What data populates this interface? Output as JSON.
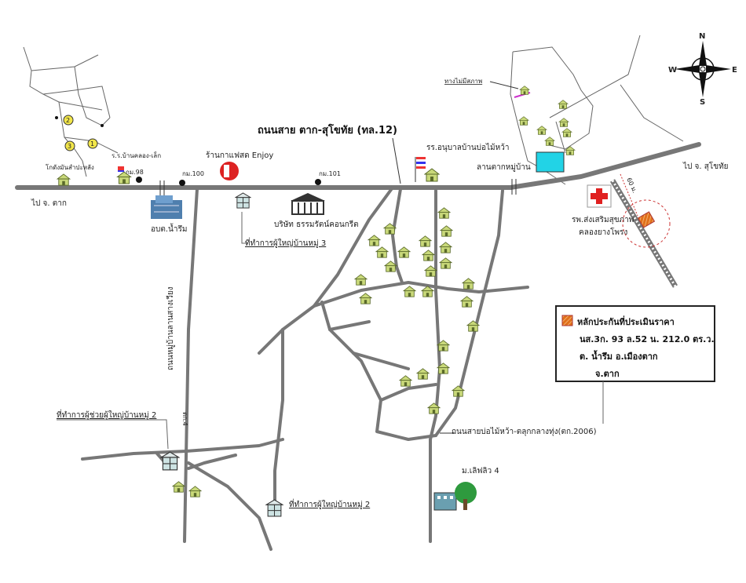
{
  "highway": {
    "name": "ถนนสาย ตาก-สุโขทัย (ทล.12)",
    "to_west": "ไป จ. ตาก",
    "to_east": "ไป จ. สุโขทัย",
    "km_markers": [
      "กม.98",
      "กม.100",
      "กม.101"
    ]
  },
  "secondary_roads": {
    "west_road": "ถนนหมู่บ้านลานสางเวียง",
    "west_road_code": "ตก.4",
    "south_road": "ถนนสายบ่อไม้หว้า-ตลุกกลางทุ่ง(ตก.2006)"
  },
  "landmarks": {
    "cassava_yard": "โกดังมันสำปะหลัง",
    "school_top": "ร.ร.บ้านคลอง-เล็ก",
    "cafe": "ร้านกาแฟสด Enjoy",
    "tambon_office": "อบต.น้ำรึม",
    "company": "บริษัท ธรรมรัตน์คอนกรีต",
    "village3_office": "ที่ทำการผู้ใหญ่บ้านหมู่ 3",
    "kindergarten": "รร.อนุบาลบ้านบ่อไม้หว้า",
    "village_yard": "ลานตากหมู่บ้าน",
    "no_access": "ทางไม่มีสภาพ",
    "hospital": "รพ.ส่งเสริมสุขภาพ",
    "hospital_2": "คลองยางโพรง",
    "asst_office_2": "ที่ทำการผู้ช่วยผู้ใหญ่บ้านหมู่ 2",
    "village2_office": "ที่ทำการผู้ใหญ่บ้านหมู่ 2",
    "resort": "ม.เลิฟลิว 4",
    "distance": "60 ม."
  },
  "circle_numbers": [
    "1",
    "2",
    "3"
  ],
  "compass": {
    "n": "N",
    "e": "E",
    "s": "S",
    "w": "W"
  },
  "legend": {
    "title": "หลักประกันที่ประเมินราคา",
    "line1": "นส.3ก. 93 ล.52 น. 212.0 ตร.ว.",
    "line2": "ต. น้ำรึม  อ.เมืองตาก",
    "line3": "จ.ตาก",
    "swatch_color": "#e0701a"
  },
  "colors": {
    "road": "#777777",
    "house": "#c9d97a",
    "yard": "#22d3e6",
    "hospital": "#e02020",
    "marker_circle": "#f2e64a"
  }
}
